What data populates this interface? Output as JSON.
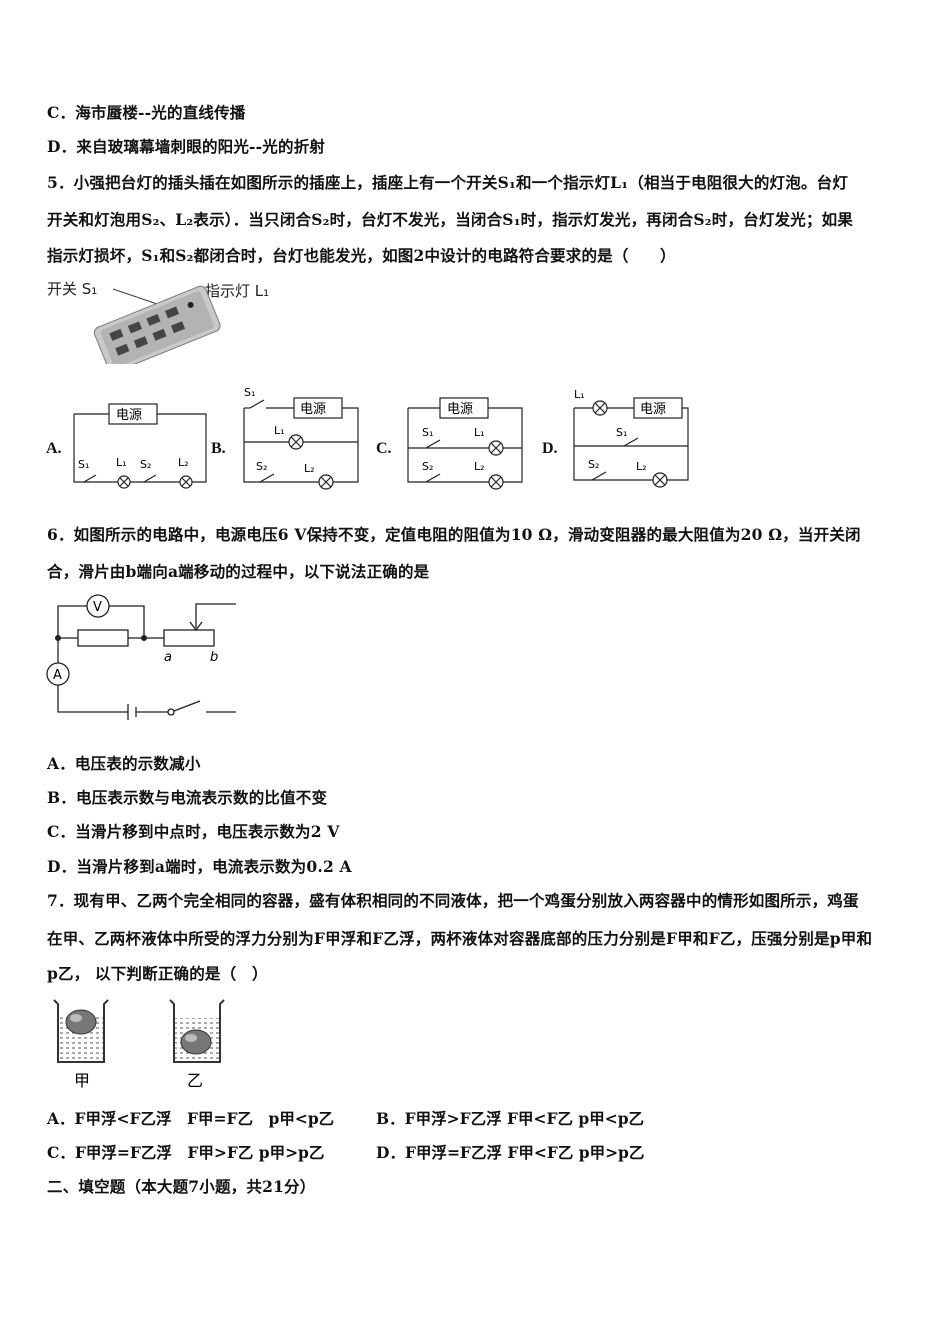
{
  "lines": {
    "l1": "C．海市蜃楼--光的直线传播",
    "l2": "D．来自玻璃幕墙刺眼的阳光--光的折射",
    "q5a": "5．小强把台灯的插头插在如图所示的插座上，插座上有一个开关S₁和一个指示灯L₁（相当于电阻很大的灯泡。台灯",
    "q5b": "开关和灯泡用S₂、L₂表示）．当只闭合S₂时，台灯不发光，当闭合S₁时，指示灯发光，再闭合S₂时，台灯发光；如果",
    "q5c": "指示灯损坏，S₁和S₂都闭合时，台灯也能发光，如图2中设计的电路符合要求的是（　　）",
    "q6a": "6．如图所示的电路中，电源电压6 V保持不变，定值电阻的阻值为10 Ω，滑动变阻器的最大阻值为20 Ω，当开关闭",
    "q6b": "合，滑片由b端向a端移动的过程中，以下说法正确的是",
    "q6A": "A．电压表的示数减小",
    "q6B": "B．电压表示数与电流表示数的比值不变",
    "q6C": "C．当滑片移到中点时，电压表示数为2 V",
    "q6D": "D．当滑片移到a端时，电流表示数为0.2 A",
    "q7a": "7．现有甲、乙两个完全相同的容器，盛有体积相同的不同液体，把一个鸡蛋分别放入两容器中的情形如图所示，鸡蛋",
    "q7b": "在甲、乙两杯液体中所受的浮力分别为F甲浮和F乙浮，两杯液体对容器底部的压力分别是F甲和F乙，压强分别是p甲和",
    "q7c": "p乙， 以下判断正确的是（　）",
    "q7A": "A．F甲浮<F乙浮　F甲=F乙　p甲<p乙",
    "q7B": "B．F甲浮>F乙浮 F甲<F乙 p甲<p乙",
    "q7C": "C．F甲浮=F乙浮　F甲>F乙 p甲>p乙",
    "q7D": "D．F甲浮=F乙浮 F甲<F乙 p甲>p乙",
    "sec2": "二、填空题（本大题7小题，共21分）"
  },
  "fig5": {
    "switch_label": "开关 S₁",
    "lamp_label": "指示灯 L₁",
    "source": "电源",
    "opt_A": "A.",
    "opt_B": "B.",
    "opt_C": "C.",
    "opt_D": "D.",
    "s1": "S₁",
    "s2": "S₂",
    "l1": "L₁",
    "l2": "L₂"
  },
  "fig6": {
    "v": "V",
    "a_meter": "A",
    "a_end": "a",
    "b_end": "b"
  },
  "fig7": {
    "jia": "甲",
    "yi": "乙"
  }
}
